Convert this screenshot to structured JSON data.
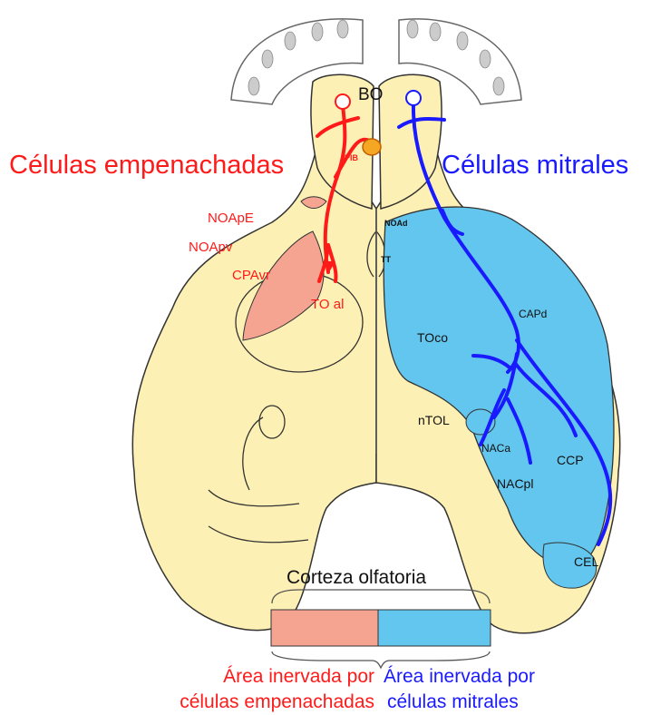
{
  "titles": {
    "tufted": "Células empenachadas",
    "mitral": "Células mitrales"
  },
  "labels": {
    "bo": "BO",
    "pib": "PIB",
    "noape": "NOApE",
    "noapv": "NOApv",
    "cpavr": "CPAvr",
    "toal": "TO al",
    "noad": "NOAd",
    "tt": "TT",
    "capd": "CAPd",
    "toco": "TOco",
    "ntol": "nTOL",
    "naca": "NACa",
    "nacpl": "NACpl",
    "ccp": "CCP",
    "cel": "CEL"
  },
  "legend": {
    "title": "Corteza olfatoria",
    "red_line1": "Área inervada por",
    "red_line2": "células empenachadas",
    "blue_line1": "Área inervada por",
    "blue_line2": "células mitrales"
  },
  "colors": {
    "brain": "#fdf0b4",
    "tufted_area": "#f4a490",
    "mitral_area": "#62c6ee",
    "tufted": "#ff1a1a",
    "mitral": "#1a1aff"
  }
}
